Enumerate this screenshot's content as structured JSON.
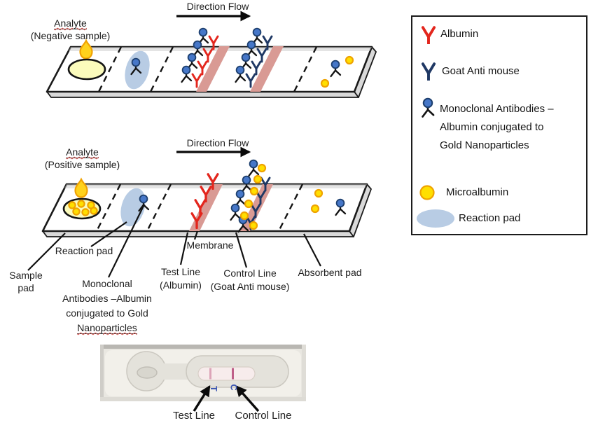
{
  "header": {
    "direction_flow": "Direction Flow"
  },
  "negative": {
    "analyte": "Analyte",
    "sample_type": "(Negative sample)"
  },
  "positive": {
    "analyte": "Analyte",
    "sample_type": "(Positive sample)"
  },
  "strip_labels": {
    "sample_pad": "Sample pad",
    "reaction_pad": "Reaction pad",
    "membrane": "Membrane",
    "monoclonal": {
      "line1": "Monoclonal",
      "line2": "Antibodies –Albumin",
      "line3": "conjugated to Gold",
      "line4": "Nanoparticles"
    },
    "test_line": "Test Line",
    "test_line_sub": "(Albumin)",
    "control_line": "Control Line",
    "control_line_sub": "(Goat Anti mouse)",
    "absorbent_pad": "Absorbent pad"
  },
  "legend": {
    "items": [
      {
        "icon": "albumin-y-icon",
        "label": "Albumin"
      },
      {
        "icon": "goat-anti-mouse-y-icon",
        "label": "Goat Anti mouse"
      },
      {
        "icon": "monoclonal-gold-icon",
        "label": "Monoclonal Antibodies –Albumin conjugated to Gold Nanoparticles"
      },
      {
        "icon": "microalbumin-icon",
        "label": "Microalbumin"
      },
      {
        "icon": "reaction-pad-icon",
        "label": "Reaction pad"
      }
    ]
  },
  "photo": {
    "test_line": "Test Line",
    "control_line": "Control Line",
    "t_marker": "T",
    "c_marker": "C"
  },
  "colors": {
    "albumin_red": "#e3261d",
    "goat_navy": "#1f3864",
    "nanoparticle_blue": "#4677c8",
    "microalbumin_yellow": "#ffdf00",
    "band_pink": "#d99a94",
    "reaction_pad_blue": "#b8cce4",
    "sample_pad_yellow": "#fbfbbc"
  }
}
